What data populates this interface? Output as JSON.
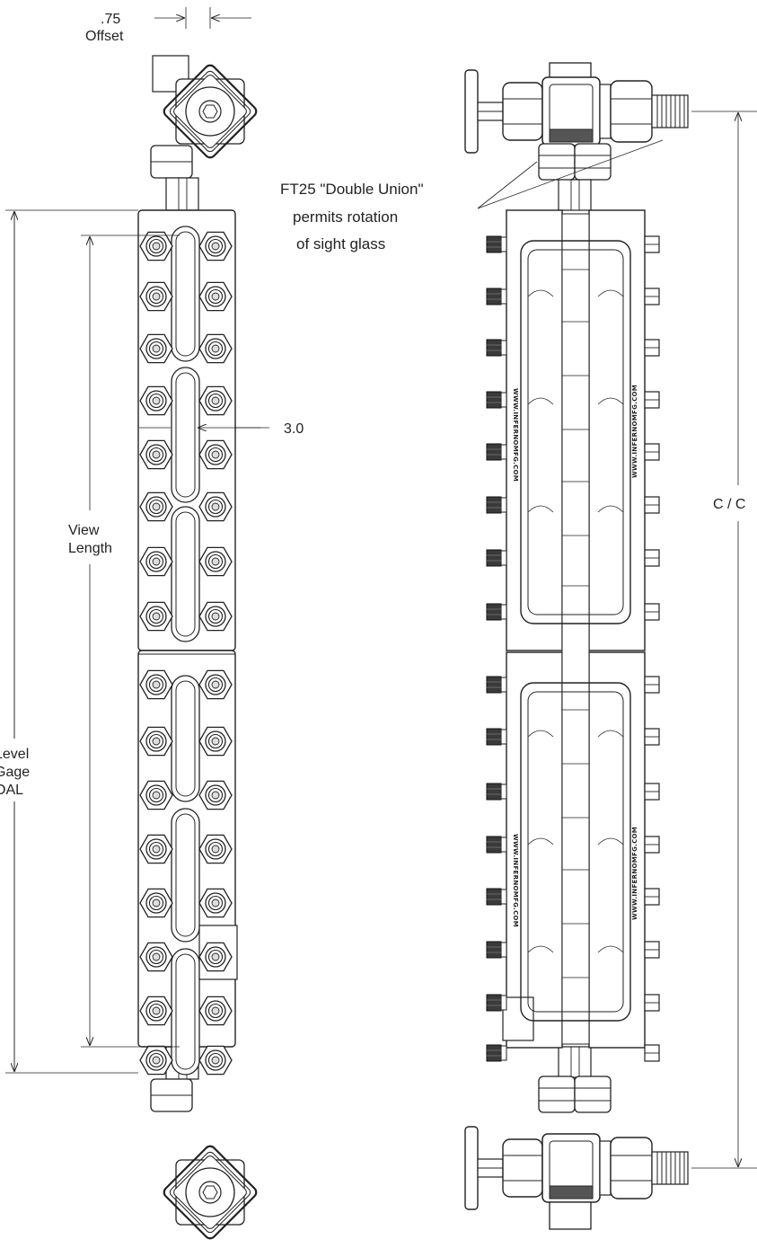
{
  "annotations": {
    "offset_value": ".75",
    "offset_label": "Offset",
    "width_value": "3.0",
    "view_label_1": "View",
    "view_label_2": "Length",
    "level_label_1": "Level",
    "level_label_2": "Gage",
    "level_label_3": "OAL",
    "cc_label": "C / C",
    "union_note_1": "FT25 \"Double Union\"",
    "union_note_2": "permits rotation",
    "union_note_3": "of sight glass",
    "watermark": "WWW.INFERNOMFG.COM"
  }
}
